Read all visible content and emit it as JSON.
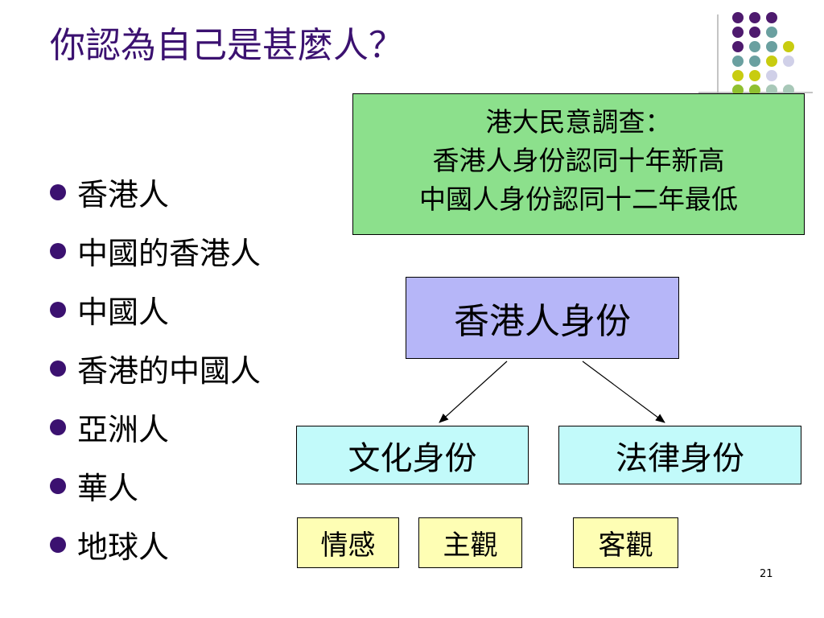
{
  "title": "你認為自己是甚麼人？",
  "bullets": [
    "香港人",
    "中國的香港人",
    "中國人",
    "香港的中國人",
    "亞洲人",
    "華人",
    "地球人"
  ],
  "callout": {
    "lines": [
      "港大民意調查：",
      "香港人身份認同十年新高",
      "中國人身份認同十二年最低"
    ]
  },
  "diagram": {
    "root": "香港人身份",
    "branches": [
      "文化身份",
      "法律身份"
    ],
    "tags": [
      "情感",
      "主觀",
      "客觀"
    ]
  },
  "page_number": "21",
  "colors": {
    "title": "#3b1170",
    "bullet": "#3b1170",
    "callout_bg": "#8ce08c",
    "root_bg": "#b6b6f8",
    "branch_bg": "#c2fafa",
    "tag_bg": "#fefeb4",
    "deco_purple": "#4e1a6e",
    "deco_teal": "#6aa0a0",
    "deco_yellow": "#c8cc10",
    "deco_lavender": "#d0d0e8",
    "deco_green": "#90c030",
    "deco_lightteal": "#a8c8b8"
  }
}
